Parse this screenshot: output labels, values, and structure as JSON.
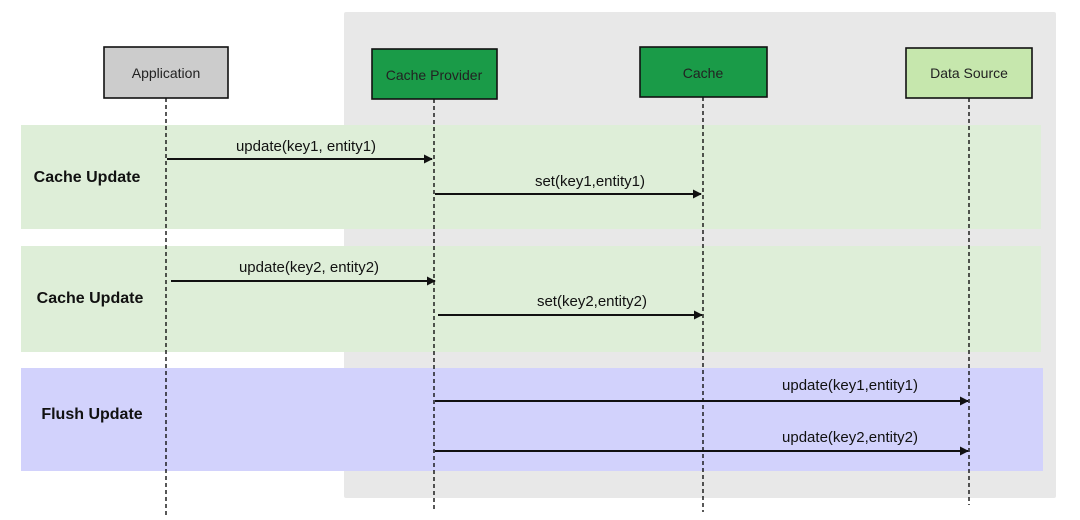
{
  "colors": {
    "system_panel": "#e8e8e8",
    "band_update": "#deeed8",
    "band_flush": "#d2d2fc",
    "actor_app": "#cccccc",
    "actor_provider": "#1a9b48",
    "actor_cache": "#1a9b48",
    "actor_datasource": "#c6e7ad",
    "stroke": "#111111"
  },
  "actors": [
    {
      "id": "app",
      "label": "Application"
    },
    {
      "id": "provider",
      "label": "Cache Provider"
    },
    {
      "id": "cache",
      "label": "Cache"
    },
    {
      "id": "datasource",
      "label": "Data Source"
    }
  ],
  "phases": [
    {
      "label": "Cache Update"
    },
    {
      "label": "Cache Update"
    },
    {
      "label": "Flush Update"
    }
  ],
  "messages": [
    {
      "from": "app",
      "to": "provider",
      "label": "update(key1, entity1)"
    },
    {
      "from": "provider",
      "to": "cache",
      "label": "set(key1,entity1)"
    },
    {
      "from": "app",
      "to": "provider",
      "label": "update(key2, entity2)"
    },
    {
      "from": "provider",
      "to": "cache",
      "label": "set(key2,entity2)"
    },
    {
      "from": "provider",
      "to": "datasource",
      "label": "update(key1,entity1)"
    },
    {
      "from": "provider",
      "to": "datasource",
      "label": "update(key2,entity2)"
    }
  ]
}
